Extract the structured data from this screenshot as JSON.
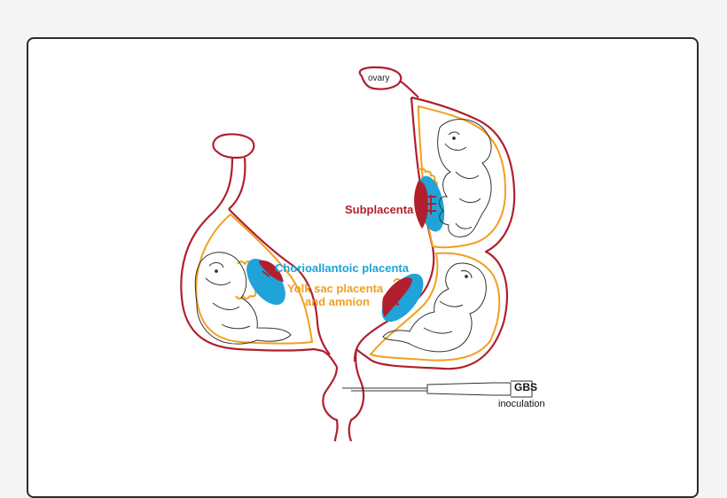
{
  "labels": {
    "ovary": "ovary",
    "subplacenta": "Subplacenta",
    "chorioallantoic": "Chorioallantoic placenta",
    "yolk_sac_line1": "Yolk sac placenta",
    "yolk_sac_line2": "and amnion",
    "gbs": "GBS",
    "inoculation": "inoculation"
  },
  "colors": {
    "uterus_outline": "#b11f2e",
    "yolk_sac": "#f0a020",
    "chorioallantoic": "#1fa3d8",
    "subplacenta": "#b11f2e",
    "pup_line": "#333333"
  }
}
